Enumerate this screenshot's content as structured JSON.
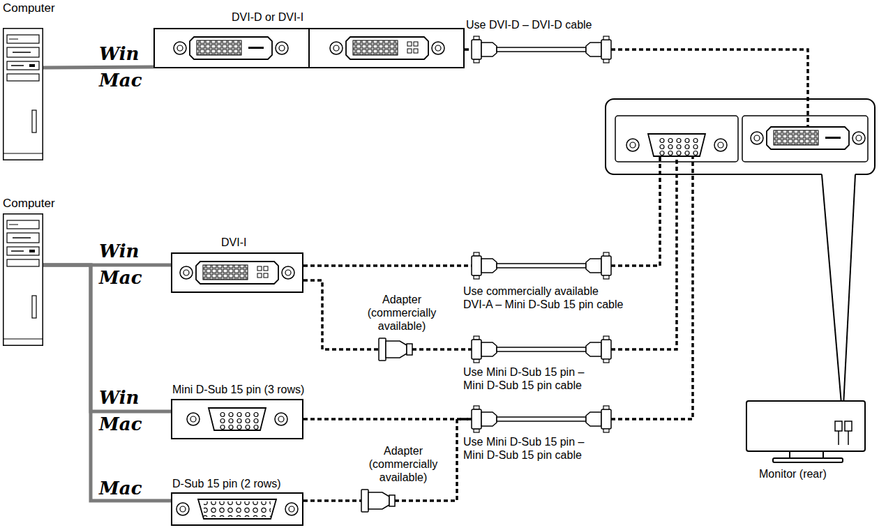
{
  "diagram": {
    "nodes": [
      {
        "text": [
          "Computer"
        ]
      },
      {
        "text": [
          "DVI-D or DVI-I"
        ]
      },
      {
        "text": [
          "Use DVI-D – DVI-D cable"
        ]
      },
      {
        "text": [
          "Monitor (rear)"
        ]
      },
      {
        "text": [
          "Computer"
        ]
      },
      {
        "text": [
          "DVI-I"
        ]
      },
      {
        "text": [
          "Adapter (commercially available)"
        ]
      },
      {
        "text": [
          "Use commercially available DVI-A – Mini D-Sub 15 pin cable"
        ]
      },
      {
        "text": [
          "Use Mini D-Sub 15 pin – Mini D-Sub 15 pin cable"
        ]
      },
      {
        "text": [
          "Mini D-Sub 15 pin (3 rows)"
        ]
      },
      {
        "text": [
          "Use Mini D-Sub 15 pin – Mini D-Sub 15 pin cable"
        ]
      },
      {
        "text": [
          "Adapter (commercially available)"
        ]
      },
      {
        "text": [
          "D-Sub 15 pin (2 rows)"
        ]
      }
    ],
    "edges": [
      {
        "from": 0,
        "to": 1,
        "arrow": "none"
      },
      {
        "from": 4,
        "to": 5,
        "arrow": "none"
      },
      {
        "from": 4,
        "to": 9,
        "arrow": "none"
      },
      {
        "from": 4,
        "to": 12,
        "arrow": "none"
      },
      {
        "from": 1,
        "to": 2,
        "arrow": "none"
      },
      {
        "from": 2,
        "to": 3,
        "arrow": "none"
      },
      {
        "from": 5,
        "to": 7,
        "arrow": "none"
      },
      {
        "from": 5,
        "to": 6,
        "arrow": "none"
      },
      {
        "from": 7,
        "to": 3,
        "arrow": "none"
      },
      {
        "from": 6,
        "to": 8,
        "arrow": "none"
      },
      {
        "from": 8,
        "to": 3,
        "arrow": "none"
      },
      {
        "from": 9,
        "to": 10,
        "arrow": "none"
      },
      {
        "from": 10,
        "to": 3,
        "arrow": "none"
      },
      {
        "from": 12,
        "to": 11,
        "arrow": "none"
      },
      {
        "from": 11,
        "to": 10,
        "arrow": "none"
      }
    ],
    "labels": [
      "Win",
      "Mac",
      "Win",
      "Mac",
      "Win",
      "Mac",
      "Mac"
    ]
  }
}
